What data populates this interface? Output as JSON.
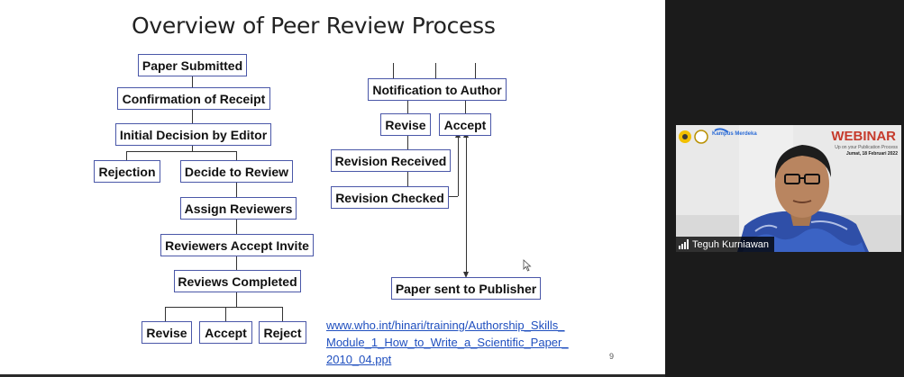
{
  "slide": {
    "title": "Overview of Peer Review Process",
    "left_flow": {
      "paper_submitted": "Paper Submitted",
      "confirmation": "Confirmation of Receipt",
      "initial_decision": "Initial Decision by Editor",
      "rejection": "Rejection",
      "decide_review": "Decide to Review",
      "assign_reviewers": "Assign Reviewers",
      "reviewers_accept": "Reviewers Accept Invite",
      "reviews_completed": "Reviews Completed",
      "revise": "Revise",
      "accept": "Accept",
      "reject": "Reject"
    },
    "right_flow": {
      "notification": "Notification to Author",
      "revise": "Revise",
      "accept": "Accept",
      "revision_received": "Revision Received",
      "revision_checked": "Revision Checked",
      "paper_sent": "Paper sent to Publisher"
    },
    "link": {
      "line1": "www.who.int/hinari/training/Authorship_Skills_",
      "line2": "Module_1_How_to_Write_a_Scientific_Paper_",
      "line3": "2010_04.ppt"
    },
    "page_number": "9"
  },
  "video": {
    "banner_title": "WEBINAR",
    "banner_subtitle": "Up on your Publication Process",
    "banner_date": "Jumat, 18 Februari 2022",
    "logo_text": "Kampus Merdeka",
    "participant_name": "Teguh Kurniawan",
    "icons": [
      "signal-bars-icon"
    ],
    "colors": {
      "banner_red": "#c63b2c",
      "shirt_blue": "#2f4fa8"
    }
  }
}
